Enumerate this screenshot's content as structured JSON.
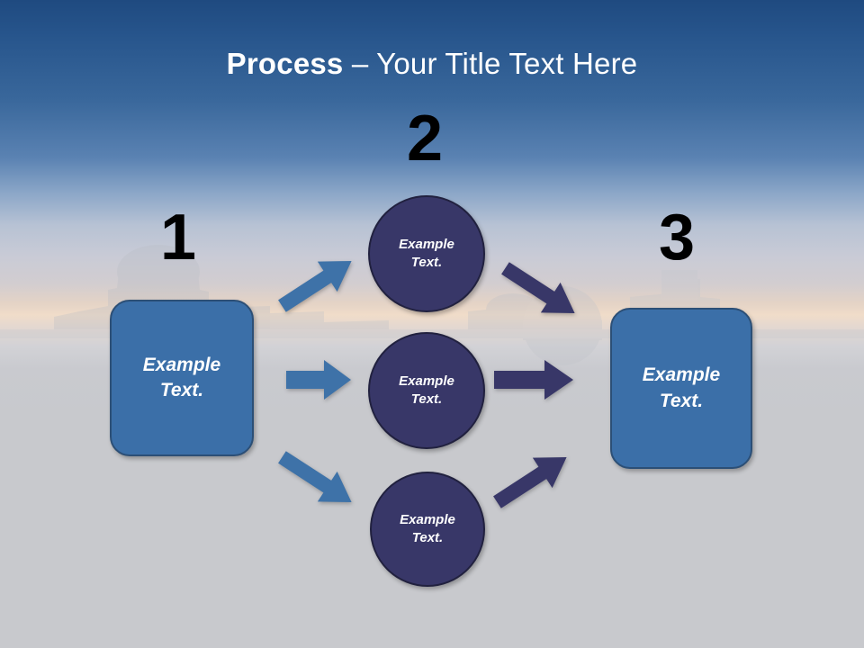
{
  "slide": {
    "title": {
      "strong": "Process",
      "rest": " – Your Title Text Here"
    },
    "colors": {
      "title_text": "#FFFFFF",
      "sky_top": "#1F4A80",
      "sky_bottom": "#C8C9CD",
      "horizon_glow": "#F0DCC9",
      "box_fill": "#3B6FA8",
      "box_border": "#2C4F76",
      "circle_fill": "#383768",
      "circle_border": "#21213F",
      "arrow_blue": "#3E72A8",
      "arrow_navy": "#383768",
      "number_text": "#000000"
    },
    "steps": [
      {
        "number": "1",
        "label": "Example\nText."
      },
      {
        "number": "2",
        "label": "Example\nText."
      },
      {
        "number": "3",
        "label": "Example\nText."
      }
    ],
    "stage_left": {
      "number": "1",
      "label": "Example\nText."
    },
    "stage_middle": {
      "number": "2",
      "nodes": [
        {
          "label": "Example\nText."
        },
        {
          "label": "Example\nText."
        },
        {
          "label": "Example\nText."
        }
      ]
    },
    "stage_right": {
      "number": "3",
      "label": "Example\nText."
    },
    "connectors": [
      {
        "name": "left-to-top",
        "direction": "up-right",
        "color": "#3E72A8"
      },
      {
        "name": "left-to-middle",
        "direction": "right",
        "color": "#3E72A8"
      },
      {
        "name": "left-to-bottom",
        "direction": "down-right",
        "color": "#3E72A8"
      },
      {
        "name": "top-to-right",
        "direction": "down-right",
        "color": "#383768"
      },
      {
        "name": "middle-to-right",
        "direction": "right",
        "color": "#383768"
      },
      {
        "name": "bottom-to-right",
        "direction": "up-right",
        "color": "#383768"
      }
    ]
  }
}
